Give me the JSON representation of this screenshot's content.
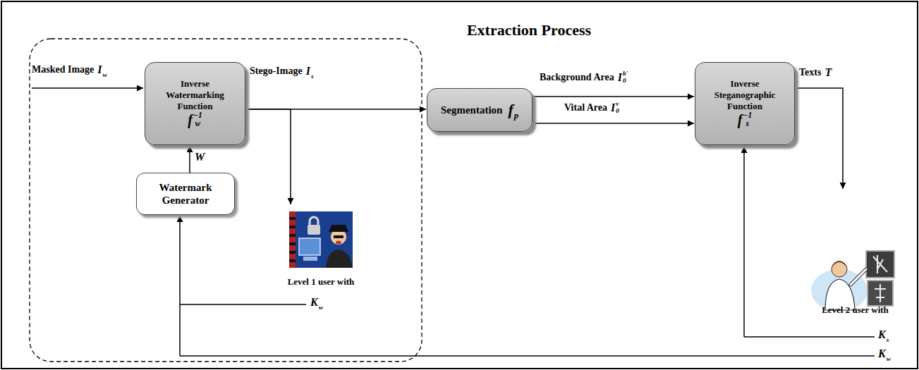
{
  "diagram": {
    "title": "Extraction Process",
    "nodes": [
      {
        "text": [
          "Inverse Watermarking Function",
          "f",
          "w",
          "−1"
        ]
      },
      {
        "text": [
          "Watermark Generator"
        ]
      },
      {
        "text": [
          "Level 1 user with"
        ]
      },
      {
        "text": [
          "Segmentation",
          "f",
          "p"
        ]
      },
      {
        "text": [
          "Inverse Steganographic Function",
          "f",
          "s",
          "−1"
        ]
      },
      {
        "text": [
          "Level 2 user with"
        ]
      }
    ],
    "edges": [
      {
        "from": 1,
        "to": 0,
        "arrow": "to",
        "label": "W"
      },
      {
        "from": 0,
        "to": 3,
        "arrow": "to",
        "label": "Stego-Image"
      },
      {
        "from": 0,
        "to": 2,
        "arrow": "to"
      },
      {
        "from": 3,
        "to": 4,
        "arrow": "to",
        "label": "Background Area"
      },
      {
        "from": 3,
        "to": 4,
        "arrow": "to",
        "label": "Vital Area"
      },
      {
        "from": 4,
        "to": 5,
        "arrow": "to",
        "label": "Texts"
      }
    ],
    "labels": [
      "Masked Image",
      "I",
      "w",
      "I",
      "s",
      "I",
      "0",
      "b'",
      "I",
      "0",
      "v",
      "T",
      "K",
      "w",
      "K",
      "s",
      "K",
      "w"
    ]
  }
}
